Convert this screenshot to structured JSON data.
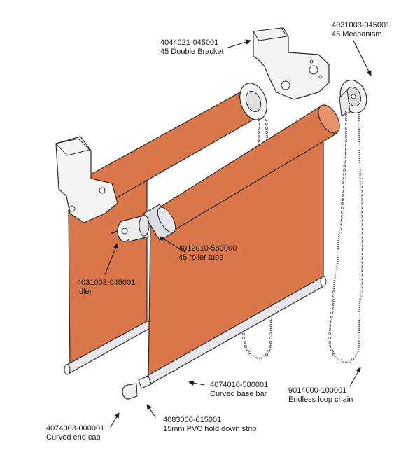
{
  "diagram": {
    "fabric_color": "#D9774A",
    "fabric_dark": "#B85E36",
    "fabric_light": "#E8946A",
    "hardware_color": "#F4F4F4",
    "outline_color": "#2B2B2B",
    "parts": [
      {
        "id": "double-bracket",
        "code": "4044021-045001",
        "name": "45 Double Bracket"
      },
      {
        "id": "mechanism",
        "code": "4031003-045001",
        "name": "45 Mechanism"
      },
      {
        "id": "roller-tube",
        "code": "4012010-580000",
        "name": "45 roller tube"
      },
      {
        "id": "idler",
        "code": "4031003-045001",
        "name": "Idler"
      },
      {
        "id": "base-bar",
        "code": "4074010-580001",
        "name": "Curved base bar"
      },
      {
        "id": "loop-chain",
        "code": "9014000-100001",
        "name": "Endless loop chain"
      },
      {
        "id": "hold-down-strip",
        "code": "4083000-015001",
        "name": "15mm PVC hold down strip"
      },
      {
        "id": "end-cap",
        "code": "4074003-000001",
        "name": "Curved end cap"
      }
    ]
  }
}
